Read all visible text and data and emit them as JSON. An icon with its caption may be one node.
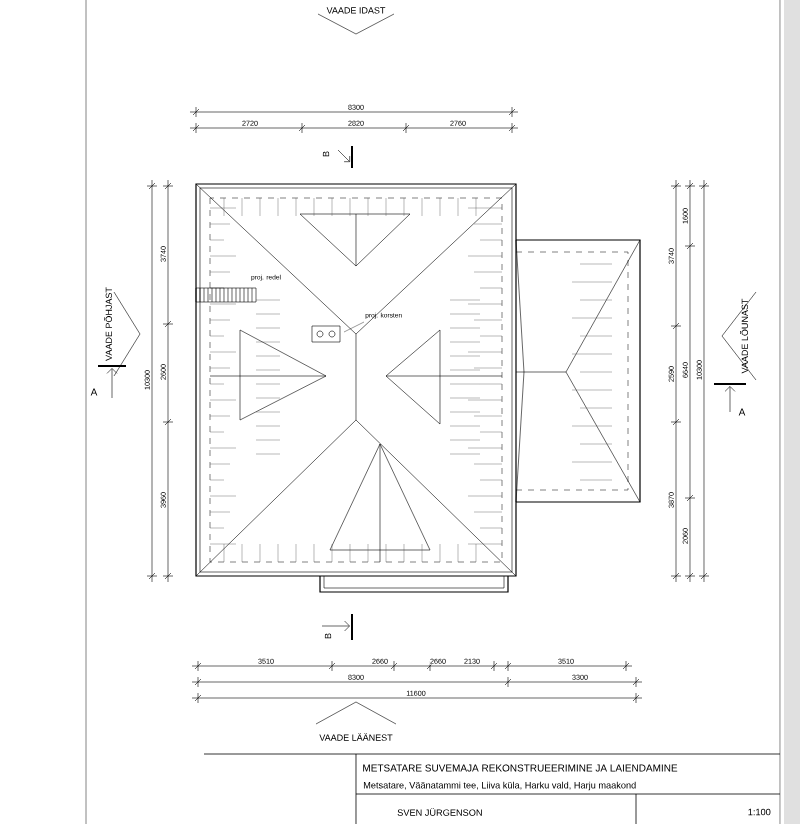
{
  "diagram": {
    "title": "METSATARE SUVEMAJA REKONSTRUEERIMINE JA LAIENDAMINE",
    "labels": [
      "VAADE IDAST",
      "8300",
      "2720",
      "2820",
      "2760",
      "B",
      "proj. redel",
      "proj. korsten",
      "VAADE PÕHJAST",
      "A",
      "10300",
      "3740",
      "2600",
      "3960",
      "1600",
      "3740",
      "2590",
      "6640",
      "10300",
      "3870",
      "2060",
      "VAADE LÕUNAST",
      "A",
      "B",
      "3510",
      "2660",
      "2660",
      "2130",
      "3510",
      "8300",
      "3300",
      "11600",
      "VAADE LÄÄNEST",
      "Metsatare, Väänatammi tee, Liiva küla, Harku vald, Harju maakond",
      "SVEN JÜRGENSON",
      "1:100"
    ]
  }
}
